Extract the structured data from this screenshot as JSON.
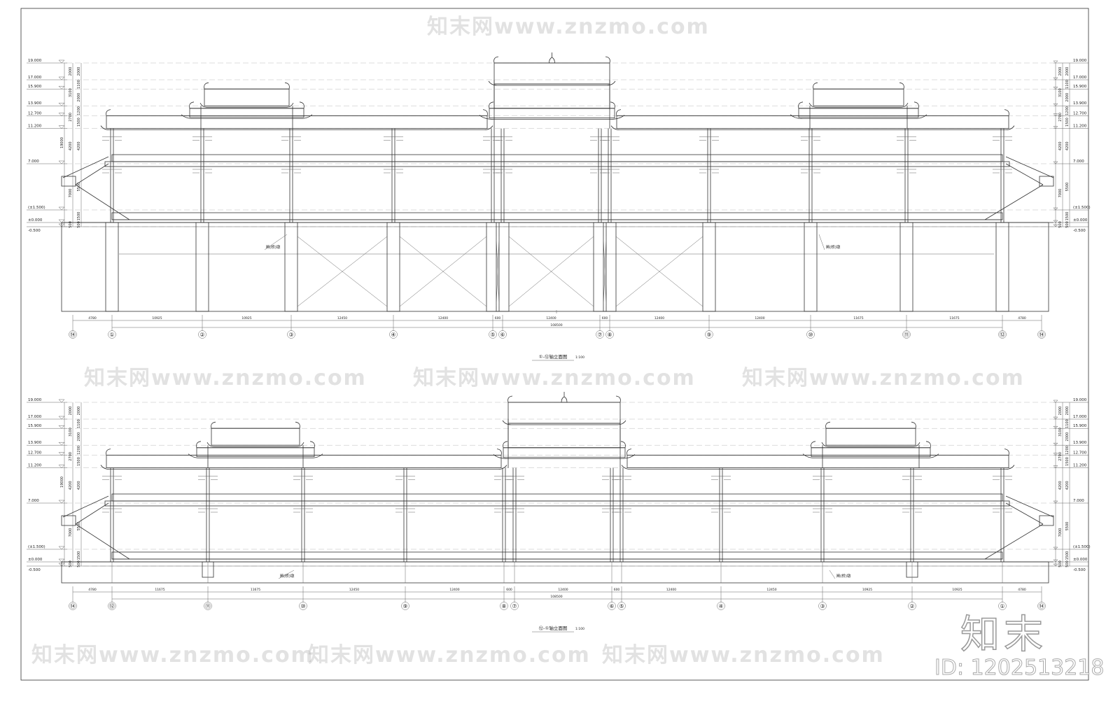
{
  "drawing": {
    "levels": [
      {
        "label": "19.000",
        "value": 19.0
      },
      {
        "label": "17.000",
        "value": 17.0
      },
      {
        "label": "15.900",
        "value": 15.9
      },
      {
        "label": "13.900",
        "value": 13.9
      },
      {
        "label": "12.700",
        "value": 12.7
      },
      {
        "label": "11.200",
        "value": 11.2
      },
      {
        "label": "7.000",
        "value": 7.0
      },
      {
        "label": "(±1.500)",
        "value": 1.5
      },
      {
        "label": "±0.000",
        "value": 0.0
      },
      {
        "label": "-0.500",
        "value": -0.5
      }
    ],
    "vertical_dims_inner": [
      "2000",
      "1100",
      "2000",
      "1200",
      "1500",
      "4200",
      "5500",
      "1500",
      "500"
    ],
    "vertical_dims_outer": [
      "2000",
      "3100",
      "2700",
      "4200",
      "7000",
      "500"
    ],
    "vertical_dim_total": "19000",
    "pier_label": "闸(桥)墩",
    "elevations": [
      {
        "title": "①-⑫轴立面图",
        "scale": "1:100",
        "axes": [
          "⑭",
          "①",
          "②",
          "③",
          "④",
          "⑤",
          "⑥",
          "⑦",
          "⑧",
          "⑨",
          "⑩",
          "⑪",
          "⑫",
          "⑭"
        ],
        "spans": [
          "4780",
          "10925",
          "10925",
          "12450",
          "12400",
          "600",
          "12400",
          "600",
          "12400",
          "12400",
          "11675",
          "11675",
          "4780"
        ],
        "total": "108500"
      },
      {
        "title": "⑫-①轴立面图",
        "scale": "1:100",
        "axes": [
          "⑭",
          "⑫",
          "⑪",
          "⑩",
          "⑨",
          "⑧",
          "⑦",
          "⑥",
          "⑤",
          "④",
          "③",
          "②",
          "①",
          "⑭"
        ],
        "spans": [
          "4780",
          "11675",
          "11675",
          "12450",
          "12400",
          "600",
          "12400",
          "600",
          "12400",
          "12450",
          "10925",
          "10925",
          "4780"
        ],
        "total": "108500"
      }
    ]
  },
  "watermark": {
    "text": "知末网www.znzmo.com",
    "brand": "知末",
    "id": "ID: 1202513218"
  }
}
